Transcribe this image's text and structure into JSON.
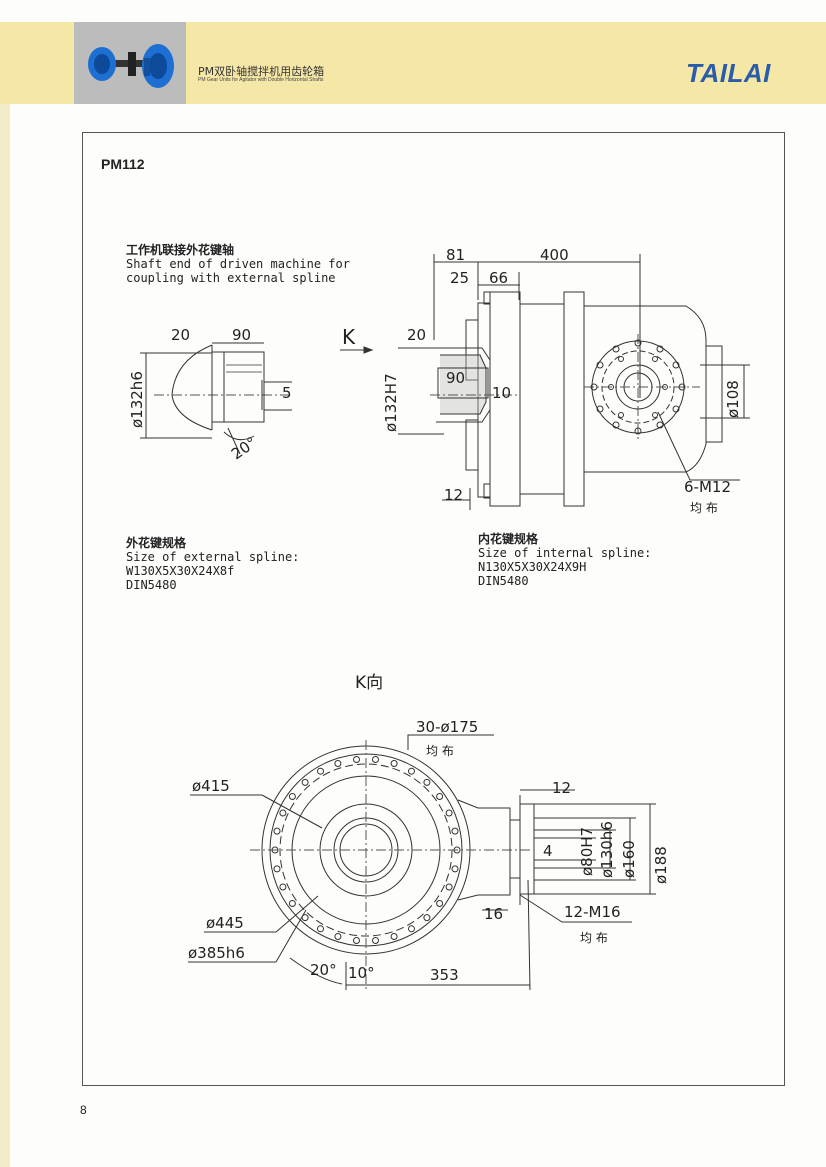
{
  "header": {
    "title_cn": "PM双卧轴搅拌机用齿轮箱",
    "title_en": "PM Gear Units for Agitator with Double Horizontal Shafts",
    "brand": "TAILAI",
    "colors": {
      "band": "#f5e7a6",
      "brand": "#2a5caa",
      "thumb_bg": "#bcbcbc",
      "product": "#1d6fd1"
    }
  },
  "model": "PM112",
  "notes": {
    "shaft_end": {
      "cn": "工作机联接外花键轴",
      "en1": "Shaft end of driven machine for",
      "en2": "coupling with external spline"
    },
    "external_spline": {
      "cn": "外花键规格",
      "en": "Size of external spline:",
      "spec": "W130X5X30X24X8f",
      "std": "DIN5480"
    },
    "internal_spline": {
      "cn": "内花键规格",
      "en": "Size of internal spline:",
      "spec": "N130X5X30X24X9H",
      "std": "DIN5480"
    }
  },
  "view_label": "K向",
  "k_arrow": "K",
  "dims": {
    "d20_shaft": "20",
    "d90_shaft": "90",
    "d5": "5",
    "d132h6": "ø132h6",
    "a20_shaft": "20°",
    "d81": "81",
    "d400": "400",
    "d25": "25",
    "d66": "66",
    "d20_body": "20",
    "d132H7": "ø132H7",
    "d90_body": "90",
    "d10": "10",
    "d108": "ø108",
    "d12_body": "12",
    "m12": "6-M12",
    "even1": "均 布",
    "holes": "30-ø175",
    "even2": "均 布",
    "d415": "ø415",
    "d445": "ø445",
    "d385h6": "ø385h6",
    "a20_k": "20°",
    "a10_k": "10°",
    "d353": "353",
    "d12_k": "12",
    "d16": "16",
    "d4": "4",
    "m16": "12-M16",
    "even3": "均 布",
    "d80H7": "ø80H7",
    "d130h6": "ø130h6",
    "d160": "ø160",
    "d188": "ø188"
  },
  "page_number": "8"
}
